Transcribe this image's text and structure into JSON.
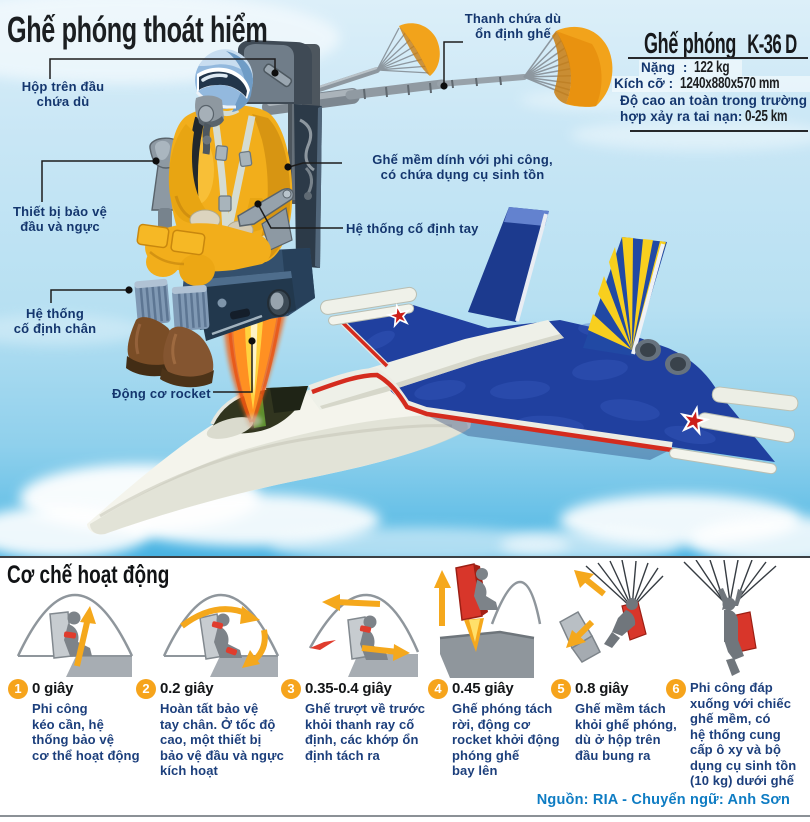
{
  "page": {
    "title": "Ghế phóng thoát hiểm"
  },
  "colors": {
    "sky_top": "#dceff9",
    "sky_bottom": "#47b2e2",
    "label_navy": "#14366e",
    "accent_orange": "#f6a41c",
    "seat_red": "#d8362a",
    "source_blue": "#0e7cc3"
  },
  "callouts": {
    "headrest_box": {
      "text": "Hộp trên đầu\nchứa dù"
    },
    "body_protect": {
      "text": "Thiết bị bảo vệ\nđầu và ngực"
    },
    "leg_restraint": {
      "text": "Hệ thống\ncố định chân"
    },
    "rocket_motor": {
      "text": "Động cơ rocket"
    },
    "stab_boom": {
      "text": "Thanh chứa dù\nổn định ghế"
    },
    "soft_seat": {
      "text": "Ghế mềm dính với phi công,\ncó chứa dụng cụ sinh tồn"
    },
    "arm_restraint": {
      "text": "Hệ thống cố định tay"
    }
  },
  "spec_box": {
    "title_name": "Ghế phóng",
    "title_model": "K-36 D",
    "rows": [
      {
        "label": "Nặng  :",
        "value": "122 kg"
      },
      {
        "label": "Kích cỡ :",
        "value": "1240x880x570 mm"
      },
      {
        "label": "Độ cao an toàn trong trường\nhợp xảy ra tai nạn:",
        "value": "0-25 km"
      }
    ]
  },
  "mechanism": {
    "heading": "Cơ chế hoạt động",
    "steps": [
      {
        "number": "1",
        "time": "0 giây",
        "description": "Phi công\nkéo cần, hệ\nthống bảo vệ\ncơ thể hoạt động"
      },
      {
        "number": "2",
        "time": "0.2 giây",
        "description": "Hoàn tất bảo vệ\ntay chân. Ở tốc độ\ncao, một thiết bị\nbảo vệ đầu và ngực\nkích hoạt"
      },
      {
        "number": "3",
        "time": "0.35-0.4 giây",
        "description": "Ghế trượt về trước\nkhỏi thanh ray cố\nđịnh, các khớp ổn\nđịnh tách ra"
      },
      {
        "number": "4",
        "time": "0.45 giây",
        "description": "Ghế phóng tách\nrời, động cơ\nrocket khởi động\nphóng ghế\nbay lên"
      },
      {
        "number": "5",
        "time": "0.8 giây",
        "description": "Ghế mềm tách\nkhỏi ghế phóng,\ndù ở hộp trên\nđầu bung ra"
      },
      {
        "number": "6",
        "time": "",
        "description": "Phi công đáp\nxuống với chiếc\nghế mềm, có\nhệ thống cung\ncấp ô xy và bộ\ndụng cụ sinh tồn\n(10 kg) dưới ghế"
      }
    ]
  },
  "source": {
    "text": "Nguồn: RIA - Chuyển ngữ: Anh Sơn"
  }
}
